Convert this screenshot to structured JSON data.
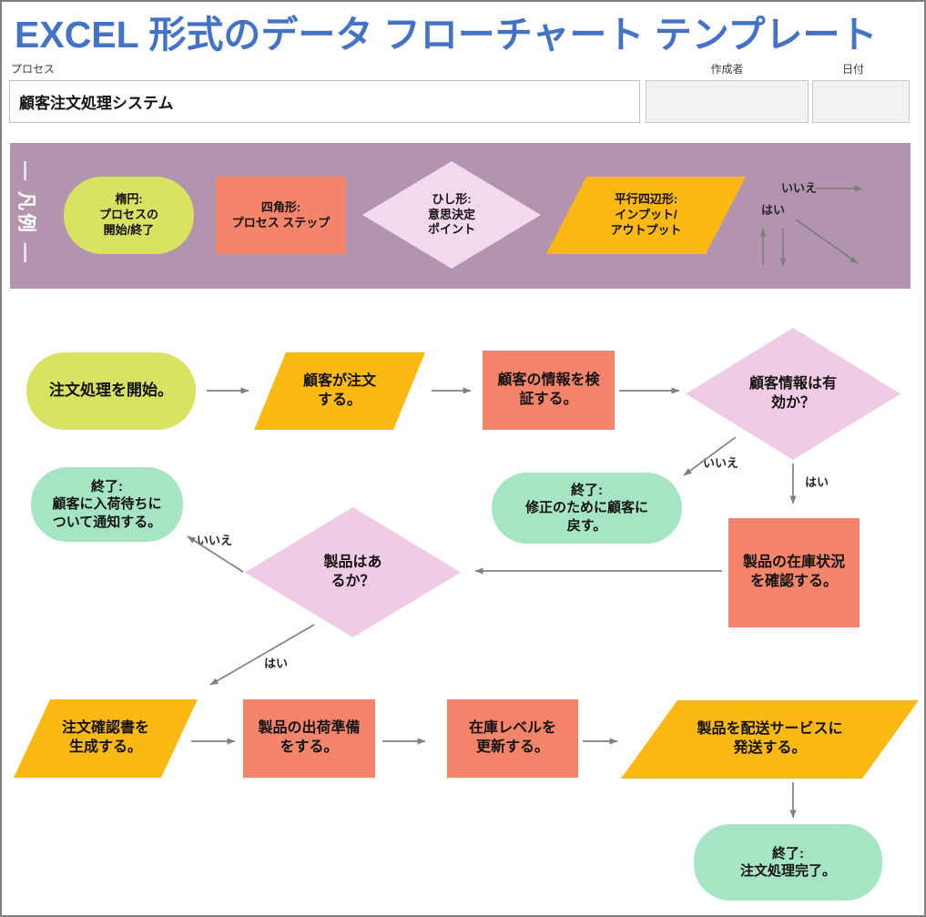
{
  "page": {
    "title": "EXCEL 形式のデータ フローチャート テンプレート"
  },
  "header": {
    "process_label": "プロセス",
    "process_value": "顧客注文処理システム",
    "author_label": "作成者",
    "author_value": "",
    "date_label": "日付",
    "date_value": ""
  },
  "legend": {
    "vertical_title": "— 凡例 —",
    "items": [
      {
        "shape": "ellipse",
        "text": "楕円:\nプロセスの\n開始/終了"
      },
      {
        "shape": "rectangle",
        "text": "四角形:\nプロセス ステップ"
      },
      {
        "shape": "diamond",
        "text": "ひし形:\n意思決定\nポイント"
      },
      {
        "shape": "parallelogram",
        "text": "平行四辺形:\nインプット/\nアウトプット"
      }
    ],
    "no_label": "いいえ",
    "yes_label": "はい"
  },
  "flowchart": {
    "nodes": [
      {
        "id": "start",
        "type": "terminator",
        "text": "注文処理を開始。"
      },
      {
        "id": "customer-order",
        "type": "input-output",
        "text": "顧客が注文\nする。"
      },
      {
        "id": "verify-info",
        "type": "process",
        "text": "顧客の情報を検\n証する。"
      },
      {
        "id": "info-valid",
        "type": "decision",
        "text": "顧客情報は有\n効か？"
      },
      {
        "id": "end-return",
        "type": "terminator",
        "text": "終了:\n修正のために顧客に\n戻す。"
      },
      {
        "id": "check-stock",
        "type": "process",
        "text": "製品の在庫状況\nを確認する。"
      },
      {
        "id": "product-available",
        "type": "decision",
        "text": "製品はあ\nるか？"
      },
      {
        "id": "end-backorder",
        "type": "terminator",
        "text": "終了:\n顧客に入荷待ちに\nついて通知する。"
      },
      {
        "id": "order-confirmation",
        "type": "input-output",
        "text": "注文確認書を\n生成する。"
      },
      {
        "id": "prepare-shipment",
        "type": "process",
        "text": "製品の出荷準備\nをする。"
      },
      {
        "id": "update-inventory",
        "type": "process",
        "text": "在庫レベルを\n更新する。"
      },
      {
        "id": "ship-product",
        "type": "input-output",
        "text": "製品を配送サービスに\n発送する。"
      },
      {
        "id": "end-complete",
        "type": "terminator",
        "text": "終了:\n注文処理完了。"
      }
    ],
    "labels": {
      "no": "いいえ",
      "yes": "はい"
    }
  },
  "colors": {
    "title_blue": "#4472C4",
    "legend_bg": "#B294AF",
    "lime": "#D8E364",
    "mint": "#A6E5C3",
    "coral": "#F4846A",
    "pink": "#EFCBE5",
    "pink_legend": "#F3D9EC",
    "gold": "#FCB813",
    "arrow": "#7F7F7F"
  }
}
